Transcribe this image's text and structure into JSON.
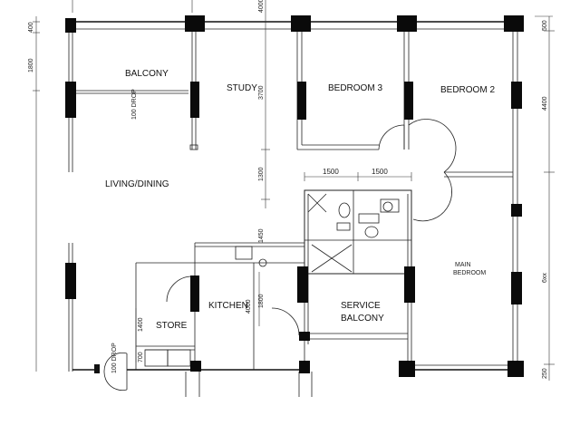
{
  "rooms": {
    "balcony": "BALCONY",
    "study": "STUDY",
    "bedroom3": "BEDROOM 3",
    "bedroom2": "BEDROOM 2",
    "living": "LIVING/DINING",
    "kitchen": "KITCHEN",
    "store": "STORE",
    "service_balcony_1": "SERVICE",
    "service_balcony_2": "BALCONY",
    "master_1": "MAIN",
    "master_2": "BEDROOM",
    "balcony_drop": "100 DROP",
    "store_drop": "100 DROP",
    "kitchen_dim": "4000",
    "dim_small_1": "1800"
  },
  "dimensions": {
    "left_400": "400",
    "left_1800": "1800",
    "top_4000": "4000",
    "study_3700": "3700",
    "mid_1300": "1300",
    "w1500a": "1500",
    "w1500b": "1500",
    "right_500": "500",
    "right_4400": "4400",
    "right_6xx": "6xx",
    "right_250": "250",
    "store_1400": "1400",
    "store_700": "700",
    "kitchen_1800": "1800",
    "bath_h": "1450"
  }
}
